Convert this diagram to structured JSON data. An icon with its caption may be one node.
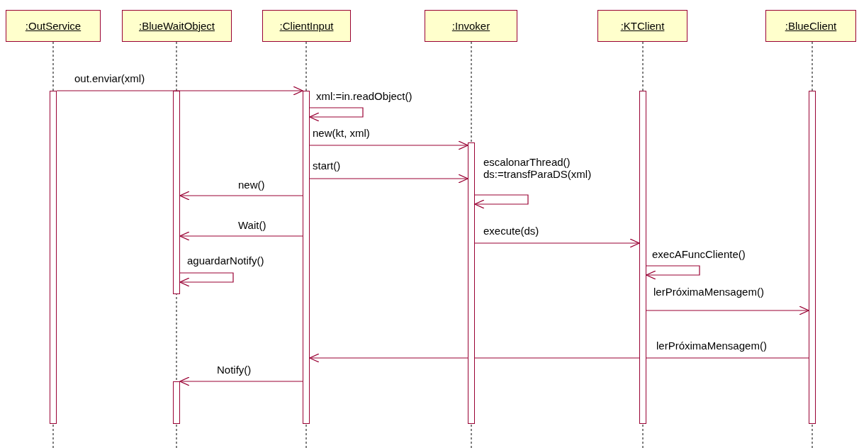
{
  "diagram": {
    "nodes": [
      {
        "text": [
          ":OutService"
        ]
      },
      {
        "text": [
          ":BlueWaitObject"
        ]
      },
      {
        "text": [
          ":ClientInput"
        ]
      },
      {
        "text": [
          ":Invoker"
        ]
      },
      {
        "text": [
          ":KTClient"
        ]
      },
      {
        "text": [
          ":BlueClient"
        ]
      },
      {
        "text": [],
        "shape": "bar"
      },
      {
        "text": [],
        "shape": "bar"
      },
      {
        "text": [],
        "shape": "bar"
      },
      {
        "text": [],
        "shape": "bar"
      },
      {
        "text": [],
        "shape": "bar"
      },
      {
        "text": [],
        "shape": "bar"
      },
      {
        "text": [],
        "shape": "bar"
      }
    ],
    "edges": [
      {
        "from": 6,
        "to": 9,
        "arrow": "to",
        "label": "out.enviar(xml)"
      },
      {
        "from": 9,
        "to": 9,
        "arrow": "to",
        "label": "xml:=in.readObject()"
      },
      {
        "from": 9,
        "to": 10,
        "arrow": "to",
        "label": "new(kt, xml)"
      },
      {
        "from": 9,
        "to": 10,
        "arrow": "to",
        "label": "start()"
      },
      {
        "from": 9,
        "to": 7,
        "arrow": "to",
        "label": "new()"
      },
      {
        "from": 10,
        "to": 10,
        "arrow": "to",
        "label": "escalonarThread() ds:=transfParaDS(xml)"
      },
      {
        "from": 9,
        "to": 7,
        "arrow": "to",
        "label": "Wait()"
      },
      {
        "from": 10,
        "to": 11,
        "arrow": "to",
        "label": "execute(ds)"
      },
      {
        "from": 11,
        "to": 11,
        "arrow": "to",
        "label": "execAFuncCliente()"
      },
      {
        "from": 7,
        "to": 7,
        "arrow": "to",
        "label": "aguardarNotify()"
      },
      {
        "from": 11,
        "to": 12,
        "arrow": "to",
        "label": "lerPróximaMensagem()"
      },
      {
        "from": 12,
        "to": 9,
        "arrow": "to",
        "label": "lerPróximaMensagem()"
      },
      {
        "from": 9,
        "to": 8,
        "arrow": "to",
        "label": "Notify()"
      }
    ]
  }
}
